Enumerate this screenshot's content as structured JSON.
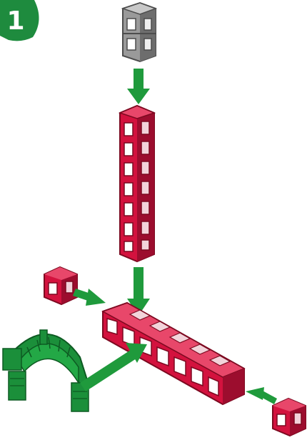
{
  "step": {
    "number": "1"
  },
  "colors": {
    "step_badge": "#1e8b3e",
    "step_badge_text": "#ffffff",
    "arrow": "#1f9a3c",
    "arrow_dark": "#0d6a27",
    "red_part": "#d3123e",
    "red_part_dark": "#8c0a25",
    "gray_part": "#9c9c9c",
    "gray_part_dark": "#555555",
    "green_part": "#1b8f3a",
    "green_part_dark": "#0d5a22"
  },
  "parts": [
    {
      "name": "gray-column-2-cubes",
      "color": "gray",
      "cubes": 2
    },
    {
      "name": "red-column-7-cubes",
      "color": "red",
      "cubes": 7
    },
    {
      "name": "red-single-cube-left",
      "color": "red",
      "cubes": 1
    },
    {
      "name": "red-base-beam-7-cubes",
      "color": "red",
      "cubes": 7
    },
    {
      "name": "green-arch-piece",
      "color": "green"
    },
    {
      "name": "red-single-cube-right",
      "color": "red",
      "cubes": 1
    }
  ]
}
